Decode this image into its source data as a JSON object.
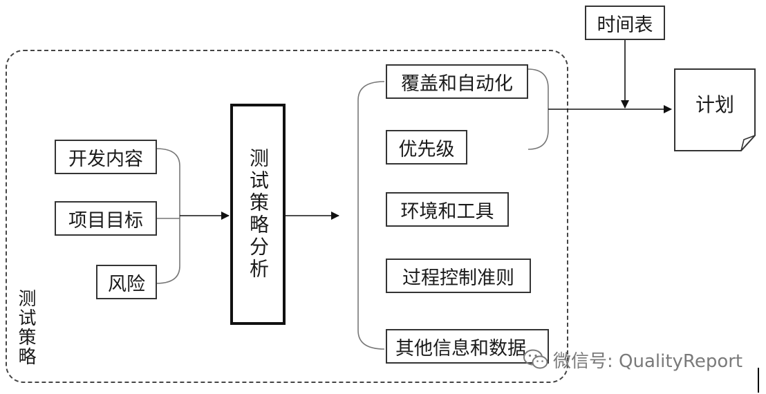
{
  "inputs": [
    "开发内容",
    "项目目标",
    "风险"
  ],
  "analysis": "测试策略分析",
  "frame_label": "测试策略",
  "outputs": [
    "覆盖和自动化",
    "优先级",
    "环境和工具",
    "过程控制准则",
    "其他信息和数据"
  ],
  "schedule": "时间表",
  "plan": "计划",
  "watermark": "微信号: QualityReport",
  "watermark_icon": "wechat-icon"
}
